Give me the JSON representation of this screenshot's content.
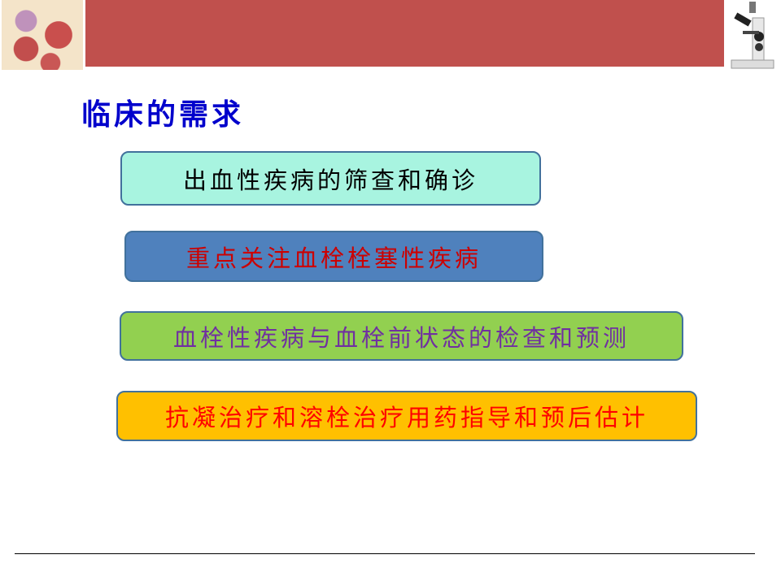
{
  "slide": {
    "title": "临床的需求",
    "items": [
      {
        "text": "出血性疾病的筛查和确诊",
        "bg": "#a8f4e0",
        "color": "#000000"
      },
      {
        "text": "重点关注血栓栓塞性疾病",
        "bg": "#4f81bd",
        "color": "#cc0000"
      },
      {
        "text": "血栓性疾病与血栓前状态的检查和预测",
        "bg": "#92d050",
        "color": "#7030a0"
      },
      {
        "text": "抗凝治疗和溶栓治疗用药指导和预后估计",
        "bg": "#ffc000",
        "color": "#ff0000"
      }
    ]
  }
}
